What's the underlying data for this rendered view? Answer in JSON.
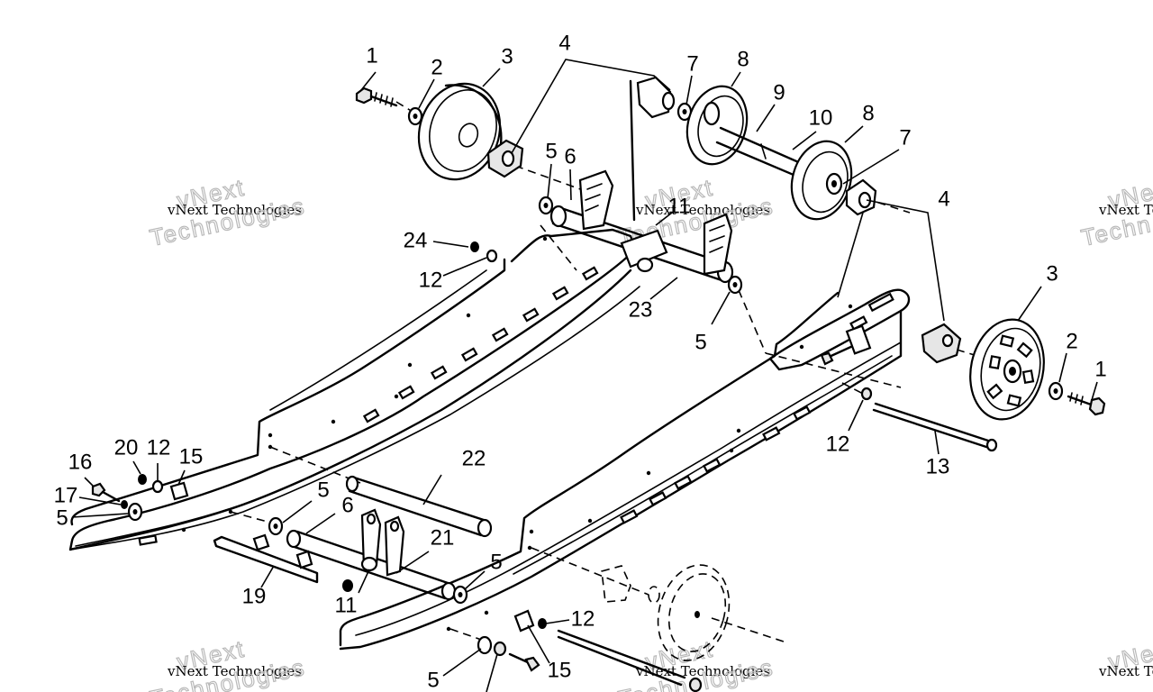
{
  "watermarks": [
    {
      "name": "vNext Technologies",
      "big1": "vNext",
      "big2": "Technologies"
    },
    {
      "name": "vNext Technologies",
      "big1": "vNext",
      "big2": "Technologies"
    },
    {
      "name": "vNext Te",
      "big1": "vNext",
      "big2": "Techn"
    },
    {
      "name": "vNext Technologies",
      "big1": "vNext",
      "big2": "Technologies"
    },
    {
      "name": "vNext Technologies",
      "big1": "vNext",
      "big2": "Technologies"
    },
    {
      "name": "vNext Te",
      "big1": "vNext",
      "big2": "Techn"
    }
  ],
  "callouts": [
    {
      "id": "c1a",
      "label": "1"
    },
    {
      "id": "c2a",
      "label": "2"
    },
    {
      "id": "c3a",
      "label": "3"
    },
    {
      "id": "c4a",
      "label": "4"
    },
    {
      "id": "c7a",
      "label": "7"
    },
    {
      "id": "c8a",
      "label": "8"
    },
    {
      "id": "c9",
      "label": "9"
    },
    {
      "id": "c10",
      "label": "10"
    },
    {
      "id": "c8b",
      "label": "8"
    },
    {
      "id": "c7b",
      "label": "7"
    },
    {
      "id": "c4b",
      "label": "4"
    },
    {
      "id": "c5a",
      "label": "5"
    },
    {
      "id": "c6a",
      "label": "6"
    },
    {
      "id": "c11a",
      "label": "11"
    },
    {
      "id": "c24",
      "label": "24"
    },
    {
      "id": "c12a",
      "label": "12"
    },
    {
      "id": "c23",
      "label": "23"
    },
    {
      "id": "c5b",
      "label": "5"
    },
    {
      "id": "c3b",
      "label": "3"
    },
    {
      "id": "c2b",
      "label": "2"
    },
    {
      "id": "c1b",
      "label": "1"
    },
    {
      "id": "c12b",
      "label": "12"
    },
    {
      "id": "c13",
      "label": "13"
    },
    {
      "id": "c16",
      "label": "16"
    },
    {
      "id": "c20",
      "label": "20"
    },
    {
      "id": "c12c",
      "label": "12"
    },
    {
      "id": "c15a",
      "label": "15"
    },
    {
      "id": "c17",
      "label": "17"
    },
    {
      "id": "c5c",
      "label": "5"
    },
    {
      "id": "c22",
      "label": "22"
    },
    {
      "id": "c5d",
      "label": "5"
    },
    {
      "id": "c6b",
      "label": "6"
    },
    {
      "id": "c21",
      "label": "21"
    },
    {
      "id": "c5e",
      "label": "5"
    },
    {
      "id": "c19",
      "label": "19"
    },
    {
      "id": "c11b",
      "label": "11"
    },
    {
      "id": "c12d",
      "label": "12"
    },
    {
      "id": "c5f",
      "label": "5"
    },
    {
      "id": "c15b",
      "label": "15"
    }
  ]
}
